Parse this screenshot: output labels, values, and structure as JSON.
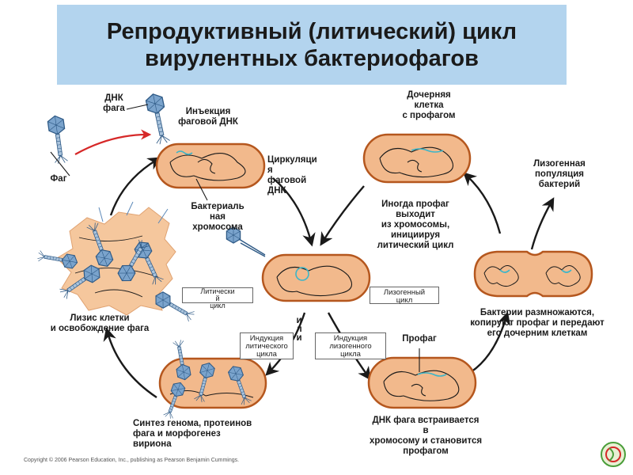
{
  "title": {
    "line1": "Репродуктивный (литический) цикл",
    "line2": "вирулентных бактериофагов"
  },
  "labels": {
    "phage_dna": "ДНК\nфага",
    "injection": "Инъекция\nфаговой ДНК",
    "phage": "Фаг",
    "circulation": "Циркуляци\nя\n фаговой\nДНК",
    "bacterial_chromosome": "Бактериаль\nная\nхромосома",
    "daughter_cell": "Дочерняя\nклетка\nс профагом",
    "lysogenic_population": "Лизогенная\nпопуляция\nбактерий",
    "prophage_exits": "Иногда профаг\nвыходит\n из хромосомы,\nинициируя\nлитический цикл",
    "lysis": "Лизис клетки\nи освобождение фага",
    "bacteria_multiply": "Бактерии размножаются,\nкопируют профаг и передают\nего дочерним клеткам",
    "or": "и\nл\nи",
    "prophage": "Профаг",
    "synthesis": "Синтез генома, протеинов\nфага и морфогенез\nвириона",
    "integration": "ДНК фага встраивается\nв\nхромосому и становится\nпрофагом"
  },
  "boxes": {
    "lytic_cycle": "Литически\nй\nцикл",
    "lysogenic_cycle": "Лизогенный\nцикл",
    "lytic_induction": "Индукция\nлитического\nцикла",
    "lysogenic_induction": "Индукция\nлизогенного\nцикла"
  },
  "copyright": "Copyright © 2006 Pearson Education, Inc., publishing as Pearson Benjamin Cummings.",
  "colors": {
    "title_bg": "#b3d4ee",
    "cell_fill": "#f2b98c",
    "cell_outline": "#b5571e",
    "debris": "#f5c79d",
    "phage": "#5b88b8",
    "viral_dna": "#3bb5c9",
    "red_arrow": "#d62828"
  }
}
